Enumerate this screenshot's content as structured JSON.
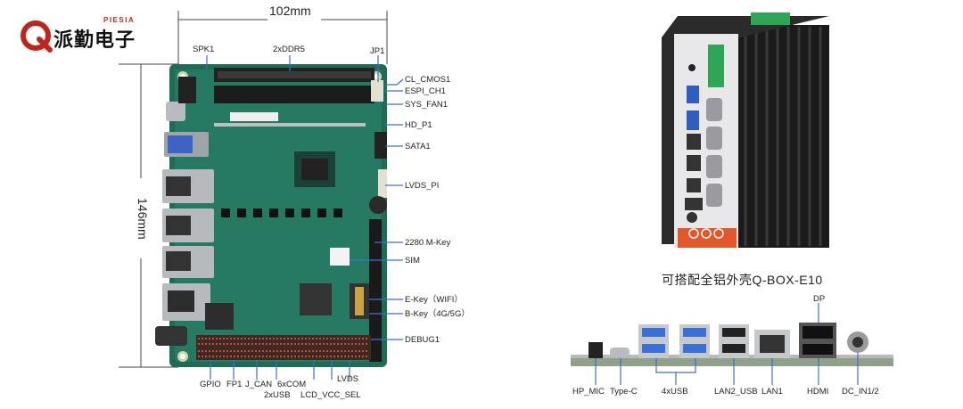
{
  "logo": {
    "cn": "派勤电子",
    "en": "PIESIA"
  },
  "board": {
    "width_dim": "102mm",
    "height_dim": "146mm",
    "labels_top": {
      "spk1": "SPK1",
      "ddr": "2xDDR5",
      "jp1": "JP1"
    },
    "labels_right": [
      "CL_CMOS1",
      "ESPI_CH1",
      "SYS_FAN1",
      "HD_P1",
      "SATA1",
      "LVDS_PI",
      "2280 M-Key",
      "SIM",
      "E-Key（WIFI）",
      "B-Key（4G/5G）",
      "DEBUG1"
    ],
    "labels_bottom": {
      "gpio": "GPIO",
      "fp1": "FP1",
      "jcan": "J_CAN",
      "com": "6xCOM",
      "usb": "2xUSB",
      "lvds": "LVDS",
      "lcd": "LCD_VCC_SEL"
    }
  },
  "enclosure": {
    "caption": "可搭配全铝外壳Q-BOX-E10"
  },
  "io_panel": {
    "dp": "DP",
    "labels": [
      "HP_MIC",
      "Type-C",
      "4xUSB",
      "LAN2_USB",
      "LAN1",
      "HDMI",
      "DC_IN1/2"
    ]
  }
}
